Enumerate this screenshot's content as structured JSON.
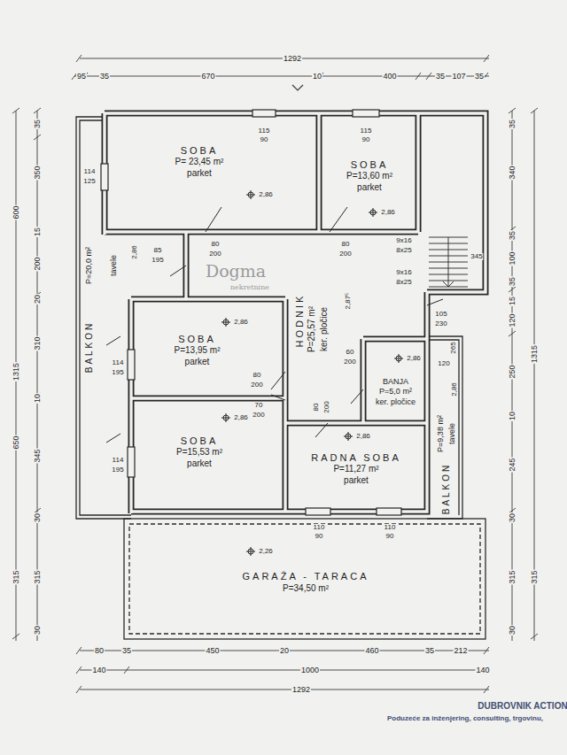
{
  "diagram": {
    "nodes": [
      {
        "text": [
          "SOBA",
          "P= 23,45 m²",
          "parket"
        ]
      },
      {
        "text": [
          "SOBA",
          "P=13,60 m²",
          "parket"
        ]
      },
      {
        "text": [
          "P=20,0 m²",
          "tavele",
          "BALKON"
        ]
      },
      {
        "text": [
          "HODNIK",
          "P=25,57 m²",
          "ker. pločice"
        ]
      },
      {
        "text": [
          "SOBA",
          "P=13,95 m²",
          "parket"
        ]
      },
      {
        "text": [
          "BANJA",
          "P=5,0 m²",
          "ker. pločice"
        ]
      },
      {
        "text": [
          "SOBA",
          "P=15,53 m²",
          "parket"
        ]
      },
      {
        "text": [
          "RADNA SOBA",
          "P=11,27 m²",
          "parket"
        ]
      },
      {
        "text": [
          "P=9,38 m²",
          "tavele",
          "BALKON"
        ]
      },
      {
        "text": [
          "GARAŽA - TARACA",
          "P=34,50 m²"
        ]
      }
    ],
    "labels": [
      "1292",
      "95",
      "35",
      "670",
      "10",
      "400",
      "35",
      "107",
      "35",
      "35",
      "350",
      "600",
      "15",
      "200",
      "20",
      "310",
      "1315",
      "650",
      "10",
      "345",
      "30",
      "315",
      "315",
      "30",
      "35",
      "340",
      "35",
      "100",
      "35",
      "15",
      "120",
      "1315",
      "250",
      "10",
      "245",
      "30",
      "315",
      "315",
      "30",
      "80",
      "35",
      "450",
      "20",
      "460",
      "35",
      "212",
      "140",
      "1000",
      "140",
      "1292",
      "115",
      "90",
      "115",
      "90",
      "114",
      "125",
      "85",
      "195",
      "80",
      "200",
      "80",
      "200",
      "114",
      "195",
      "114",
      "195",
      "80",
      "200",
      "70",
      "200",
      "60",
      "200",
      "80",
      "200",
      "105",
      "230",
      "120",
      "265",
      "110",
      "90",
      "110",
      "90",
      "2,86",
      "2,86",
      "2,86",
      "2,86",
      "2,87⁵",
      "2,86",
      "2,86",
      "2,86",
      "2,86",
      "2,26",
      "9x16",
      "8x25",
      "9x16",
      "8x25",
      "345",
      "Dogma",
      "nekretnine",
      "DUBROVNIK ACTION",
      "Poduzeće za inženjering, consulting, trgovinu,"
    ]
  }
}
